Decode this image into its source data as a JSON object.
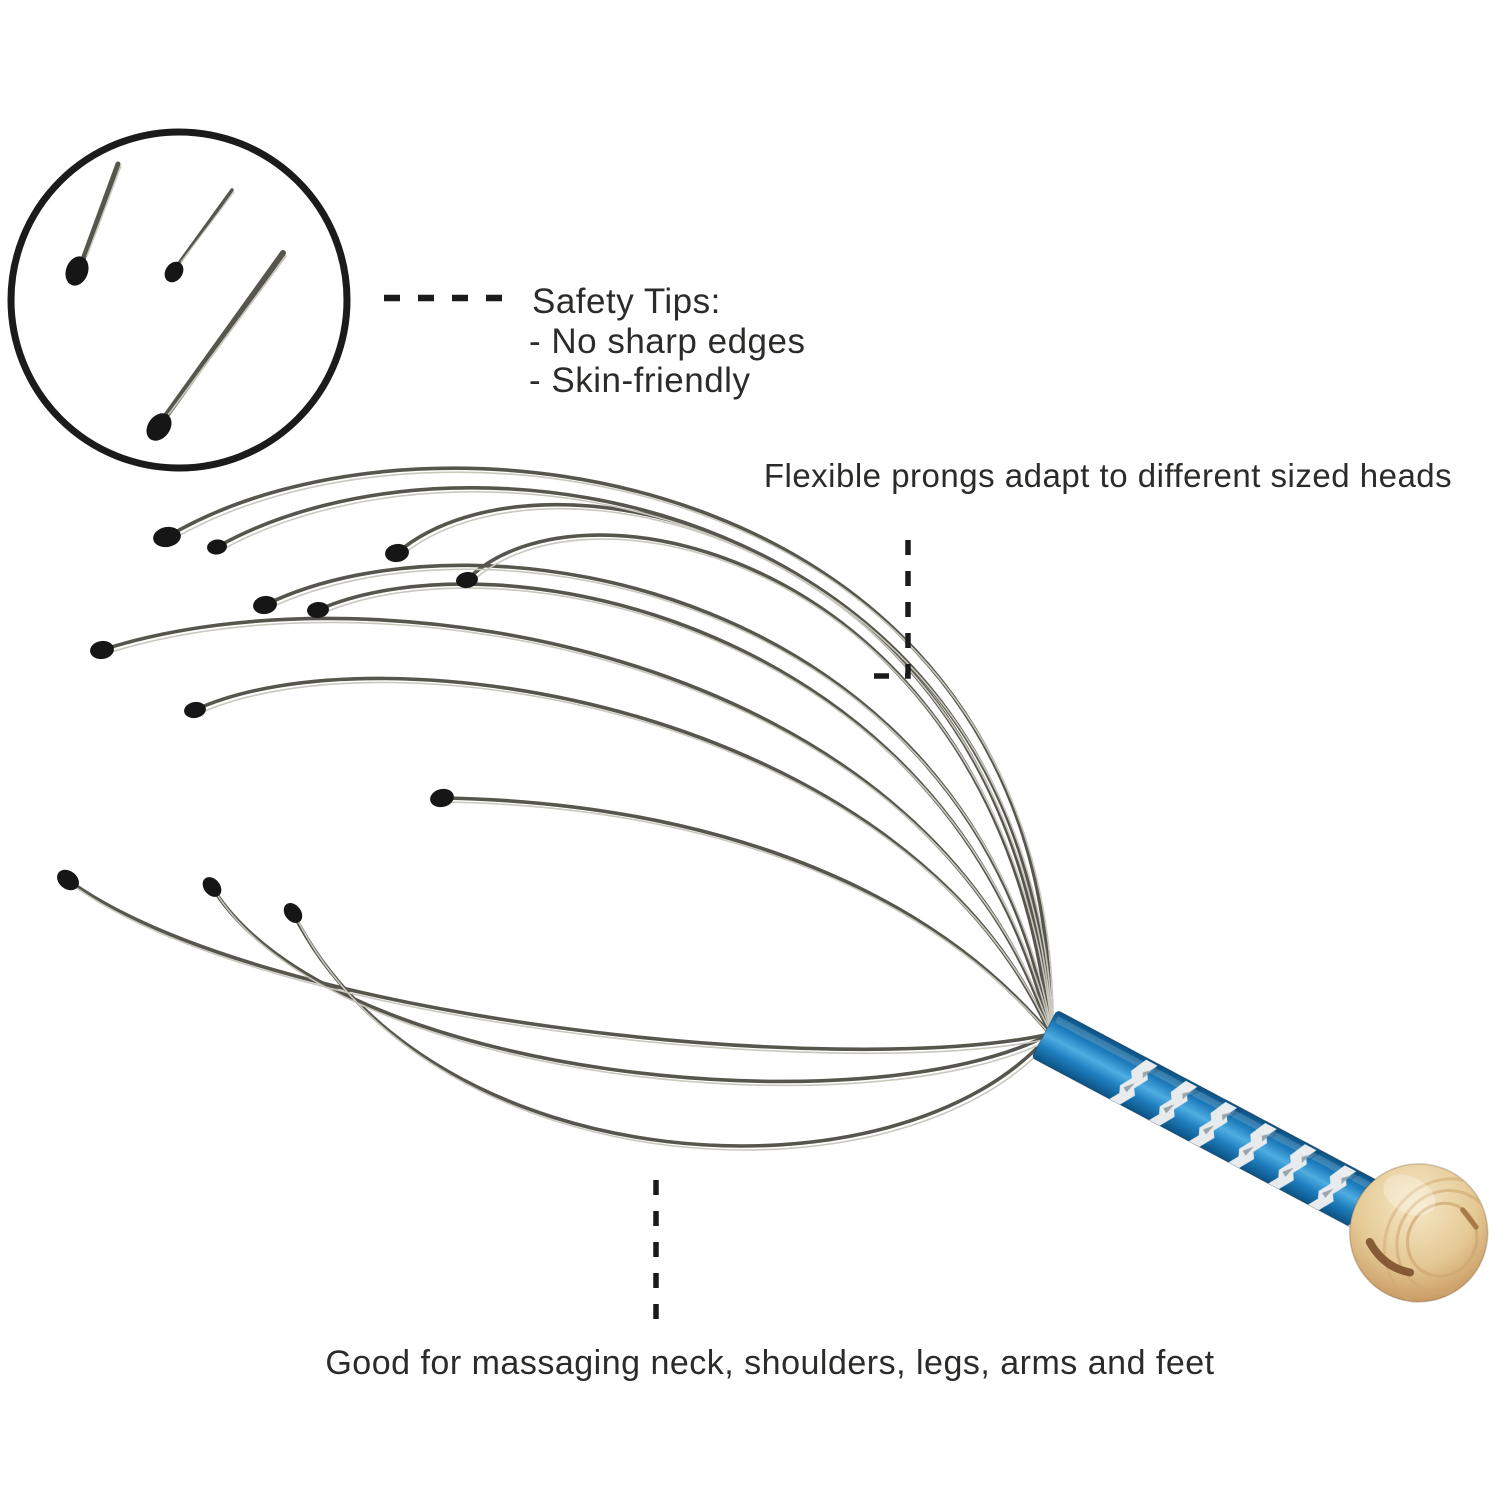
{
  "annotations": {
    "safety_title": "Safety Tips:",
    "safety_items": [
      "- No sharp edges",
      "- Skin-friendly"
    ],
    "feature": "Flexible prongs adapt to different sized heads",
    "benefit": "Good for massaging neck, shoulders, legs, arms and feet"
  },
  "colors": {
    "text": "#2b2b29",
    "leader": "#1b1b1b",
    "wire": "#57564e",
    "wire_highlight": "#c9c8bf",
    "bead": "#161616",
    "handle_blue_dark": "#0b5183",
    "handle_blue": "#1f7fbe",
    "handle_blue_light": "#4fade2",
    "handle_silver": "#e7ebee",
    "wood_light": "#f6e8c6",
    "wood_mid": "#e5c995",
    "wood_dark": "#bf8b52"
  },
  "figure": {
    "prong_count": 12,
    "inset_prong_count": 3
  }
}
